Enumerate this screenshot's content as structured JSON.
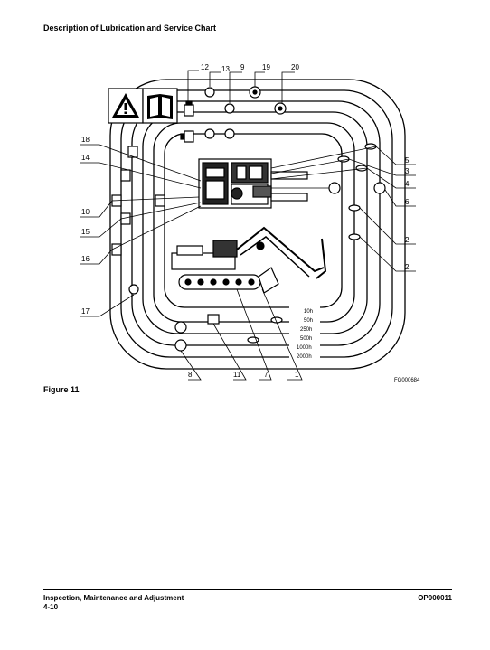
{
  "header": {
    "title": "Description of Lubrication and Service Chart"
  },
  "figure": {
    "code": "FG000684",
    "caption": "Figure 11",
    "intervals": [
      "10h",
      "50h",
      "250h",
      "500h",
      "1000h",
      "2000h"
    ],
    "callouts_top": [
      "12",
      "13",
      "9",
      "19",
      "20"
    ],
    "callouts_left": [
      "18",
      "14",
      "10",
      "15",
      "16",
      "17"
    ],
    "callouts_right": [
      "5",
      "3",
      "4",
      "6",
      "2",
      "2"
    ],
    "callouts_bottom": [
      "8",
      "11",
      "7",
      "1"
    ],
    "icons": [
      "warning-triangle-icon",
      "manual-book-icon"
    ]
  },
  "footer": {
    "section": "Inspection, Maintenance and Adjustment",
    "page": "4-10",
    "doc_code": "OP000011"
  }
}
